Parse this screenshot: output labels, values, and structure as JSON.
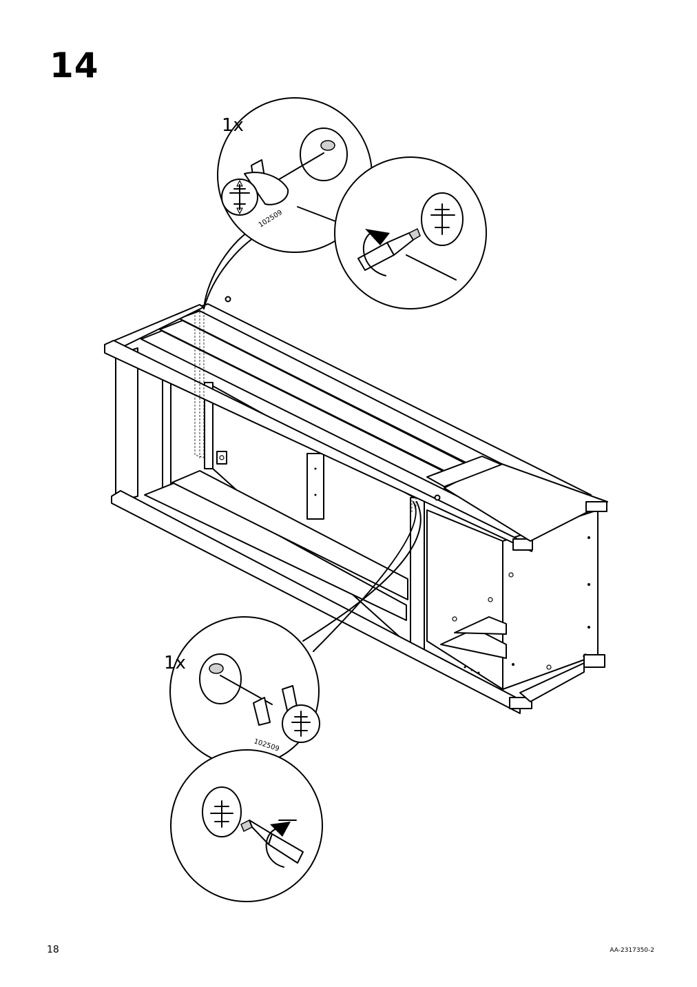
{
  "step": {
    "number": "14"
  },
  "callouts": {
    "top": {
      "quantity": "1x",
      "part_number": "102509"
    },
    "bottom": {
      "quantity": "1x",
      "part_number": "102509"
    }
  },
  "footer": {
    "page_number": "18",
    "document_code": "AA-2317350-2"
  },
  "icons": [
    "cam-lock-fitting-icon",
    "screwdriver-icon",
    "clockwise-arrow-icon"
  ]
}
